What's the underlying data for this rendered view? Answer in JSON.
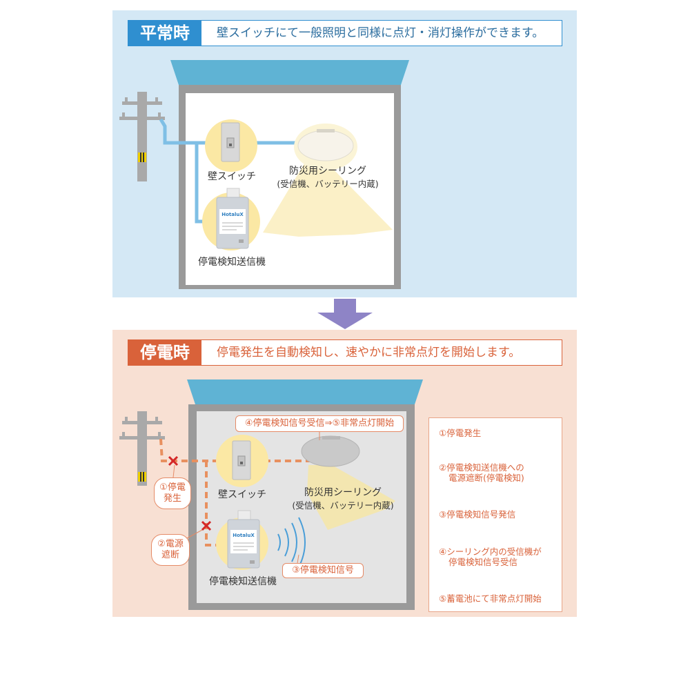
{
  "normal": {
    "tag": "平常時",
    "description": "壁スイッチにて一般照明と同様に点灯・消灯操作ができます。",
    "switch_label": "壁スイッチ",
    "ceiling_label": "防災用シーリング",
    "ceiling_sublabel": "(受信機、バッテリー内蔵)",
    "transmitter_label": "停電検知送信機",
    "device_brand": "HotaluX"
  },
  "outage": {
    "tag": "停電時",
    "description": "停電発生を自動検知し、速やかに非常点灯を開始します。",
    "callout_top": "④停電検知信号受信⇒⑤非常点灯開始",
    "switch_label": "壁スイッチ",
    "ceiling_label": "防災用シーリング",
    "ceiling_sublabel": "(受信機、バッテリー内蔵)",
    "transmitter_label": "停電検知送信機",
    "device_brand": "HotaluX",
    "bubble_outage_1": "①停電",
    "bubble_outage_2": "発生",
    "bubble_cut_1": "②電源",
    "bubble_cut_2": "遮断",
    "signal_label": "③停電検知信号",
    "steps": [
      {
        "line1": "①停電発生",
        "line2": ""
      },
      {
        "line1": "②停電検知送信機への",
        "line2": "電源遮断(停電検知)"
      },
      {
        "line1": "③停電検知信号発信",
        "line2": ""
      },
      {
        "line1": "④シーリング内の受信機が",
        "line2": "停電検知信号受信"
      },
      {
        "line1": "⑤蓄電池にて非常点灯開始",
        "line2": ""
      }
    ]
  },
  "colors": {
    "normal_accent": "#2f8fd0",
    "outage_accent": "#d9623a",
    "roof": "#5fb3d4",
    "wire_normal": "#7fbfe5",
    "wire_outage": "#e8905f",
    "arrow": "#8e84c6"
  }
}
